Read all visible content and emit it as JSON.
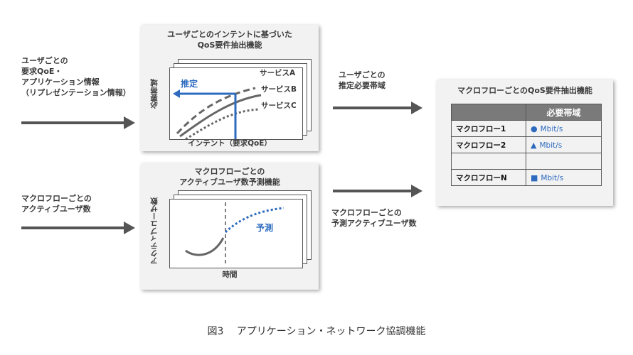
{
  "left_inputs": {
    "qoe_info": [
      "ユーザごとの",
      "要求QoE・",
      "アプリケーション情報",
      "（リプレゼンテーション情報）"
    ],
    "active_users": [
      "マクロフローごとの",
      "アクティブユーザ数"
    ]
  },
  "top_panel": {
    "title": [
      "ユーザごとのインテントに基づいた",
      "QoS要件抽出機能"
    ],
    "y_axis": "必要帯域",
    "x_axis": "インテント（要求QoE）",
    "estimate_label": "推定",
    "series": [
      "サービスA",
      "サービスB",
      "サービスC"
    ]
  },
  "bottom_panel": {
    "title": [
      "マクロフローごとの",
      "アクティブユーザ数予測機能"
    ],
    "y_axis": "アクティブユーザ数",
    "x_axis": "時間",
    "predict_label": "予測"
  },
  "mid_labels": {
    "top": [
      "ユーザごとの",
      "推定必要帯域"
    ],
    "bottom": [
      "マクロフローごとの",
      "予測アクティブユーザ数"
    ]
  },
  "right_panel": {
    "title": "マクロフローごとのQoS要件抽出機能",
    "header": "必要帯域",
    "rows": [
      {
        "name": "マクロフロー1",
        "icon": "circle-icon",
        "mark": "●",
        "unit": "Mbit/s"
      },
      {
        "name": "マクロフロー2",
        "icon": "triangle-icon",
        "mark": "▲",
        "unit": "Mbit/s"
      },
      {
        "name": "",
        "icon": "",
        "mark": "",
        "unit": ""
      },
      {
        "name": "マクロフローN",
        "icon": "square-icon",
        "mark": "■",
        "unit": "Mbit/s"
      }
    ]
  },
  "caption": "図3　 アプリケーション・ネットワーク協調機能",
  "colors": {
    "accent": "#2e6bbf",
    "arrow": "#555555",
    "panel": "#f2f2f2"
  }
}
